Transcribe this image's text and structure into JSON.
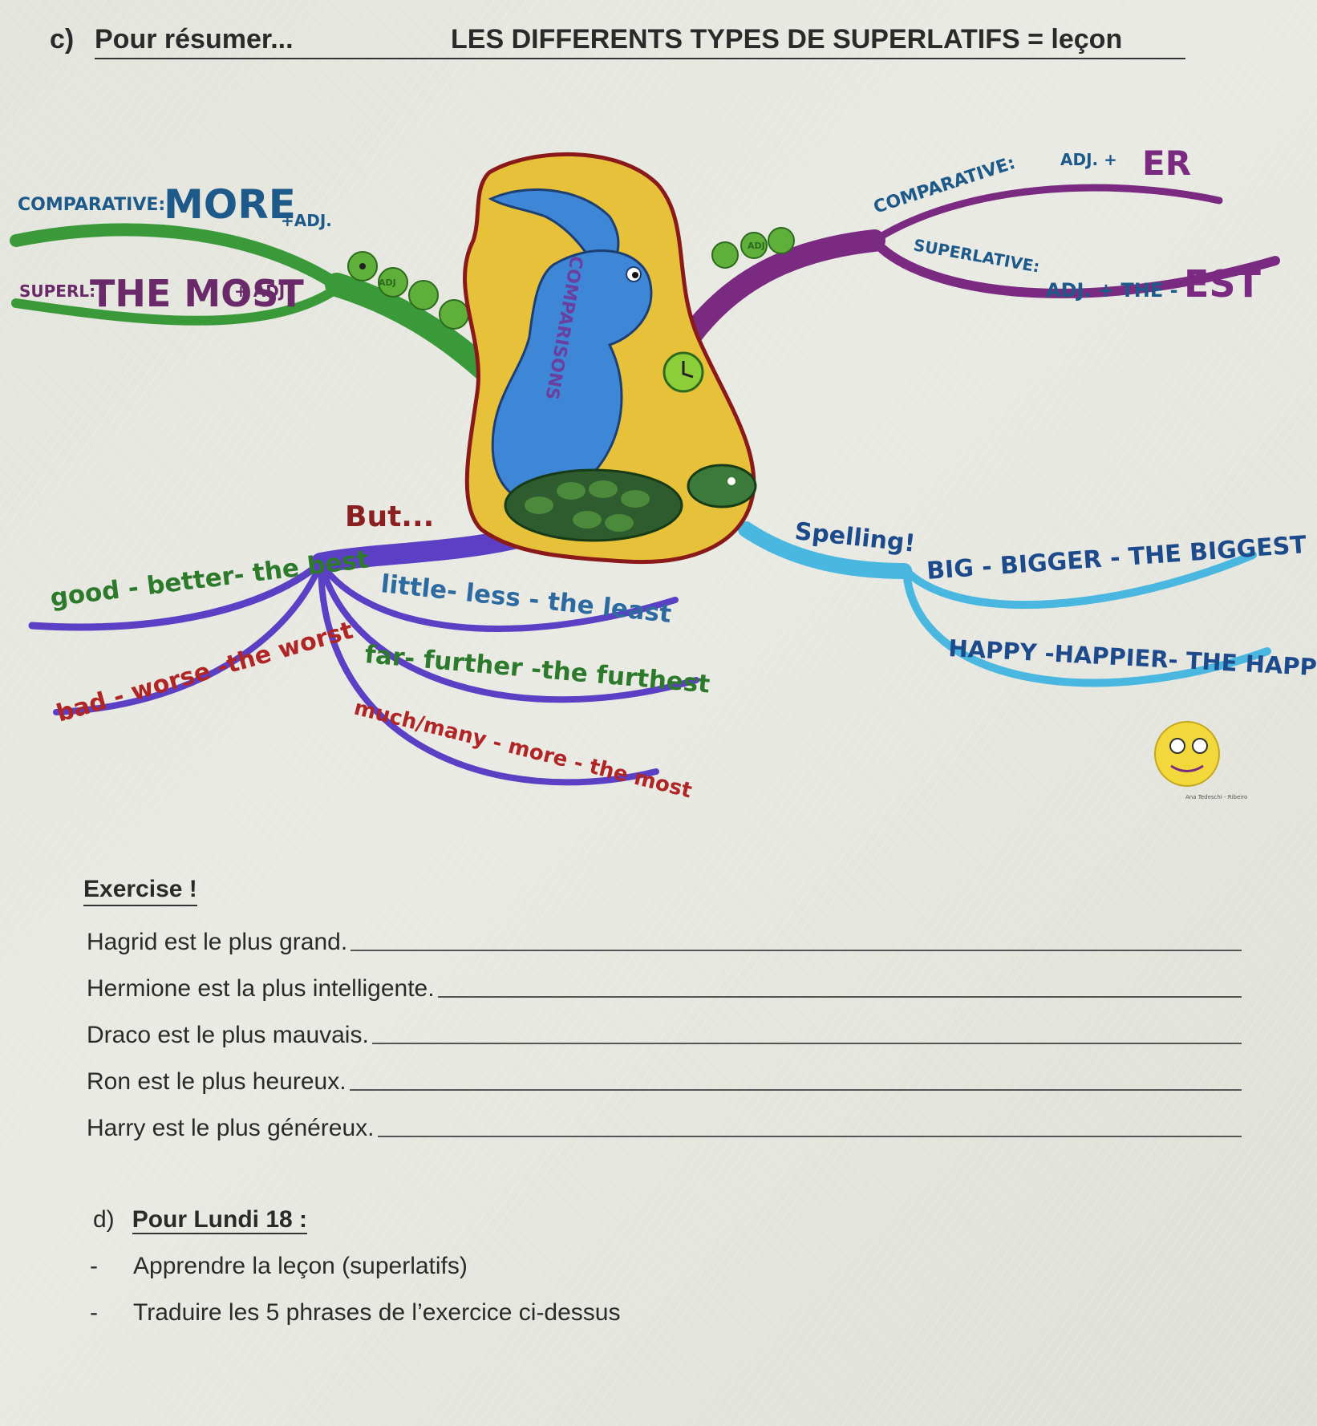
{
  "header": {
    "section_letter": "c)",
    "section_title": "Pour résumer...",
    "lesson_title": "LES DIFFERENTS TYPES DE SUPERLATIFS = leçon"
  },
  "mindmap": {
    "center_label": "COMPARISONS",
    "ant_label": "ADJ",
    "left_branch": {
      "color": "#3a9a3a",
      "comparative_prefix": "COMPARATIVE:",
      "comparative_word": "MORE",
      "comparative_suffix": "+ADJ.",
      "superlative_prefix": "SUPERL:",
      "superlative_word": "THE MOST",
      "superlative_suffix": "+ ADJ"
    },
    "right_branch": {
      "color": "#7a2a80",
      "comparative_label": "COMPARATIVE:",
      "comparative_rule": "ADJ. +",
      "comparative_suffix": "ER",
      "superlative_label": "SUPERLATIVE:",
      "superlative_rule": "ADJ. + THE -",
      "superlative_suffix": "EST"
    },
    "but_branch": {
      "label": "But...",
      "color": "#5b3fc4",
      "items": [
        "good - better- the best",
        "bad - worse -the worst",
        "little- less - the least",
        "far- further -the furthest",
        "much/many - more - the most"
      ]
    },
    "spelling_branch": {
      "label": "Spelling!",
      "color": "#4ab7e0",
      "items": [
        "BIG - BIGGER - THE BIGGEST",
        "HAPPY -HAPPIER- THE HAPPIEST"
      ]
    },
    "credit": "Ana Tedeschi - Ribeiro"
  },
  "exercise": {
    "title": "Exercise !",
    "sentences": [
      "Hagrid est le plus grand.",
      "Hermione est la plus intelligente.",
      "Draco est le plus mauvais.",
      "Ron est le plus heureux.",
      "Harry est le plus généreux."
    ]
  },
  "homework": {
    "section_letter": "d)",
    "title": "Pour Lundi 18 :",
    "bullet": "-",
    "items": [
      "Apprendre la leçon (superlatifs)",
      "Traduire les 5 phrases de l’exercice ci-dessus"
    ]
  }
}
